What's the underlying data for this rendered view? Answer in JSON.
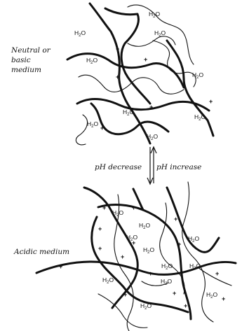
{
  "labels": {
    "top_medium": [
      "Neutral or",
      "basic",
      "medium"
    ],
    "bottom_medium": "Acidic medium",
    "ph_decrease": "pH decrease",
    "ph_increase": "pH increase",
    "water_main": "H",
    "water_sub": "2",
    "water_end": "O",
    "charge": "+"
  }
}
